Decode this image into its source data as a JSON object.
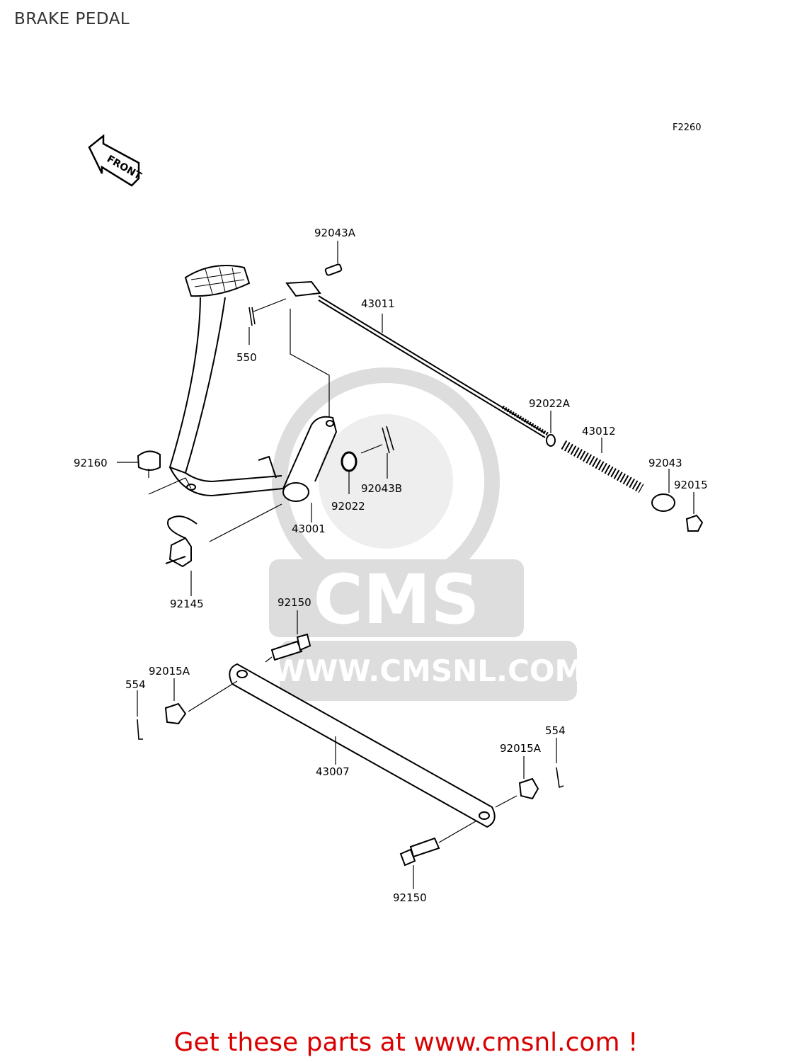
{
  "page": {
    "title": "BRAKE PEDAL"
  },
  "diagram": {
    "figure_code": "F2260",
    "front_label": "FRONT",
    "watermark": {
      "logo_text": "CMS",
      "url_text": "WWW.CMSNL.COM"
    },
    "part_labels": {
      "p92043A": "92043A",
      "p43011": "43011",
      "p550": "550",
      "p92022A": "92022A",
      "p43012": "43012",
      "p92160": "92160",
      "p92043B": "92043B",
      "p92043": "92043",
      "p92015": "92015",
      "p92022": "92022",
      "p43001": "43001",
      "p92145": "92145",
      "p92150_top": "92150",
      "p92015A_left": "92015A",
      "p554_left": "554",
      "p554_right": "554",
      "p92015A_right": "92015A",
      "p43007": "43007",
      "p92150_bottom": "92150"
    }
  },
  "footer": {
    "promo_text": "Get these parts at www.cmsnl.com !"
  }
}
